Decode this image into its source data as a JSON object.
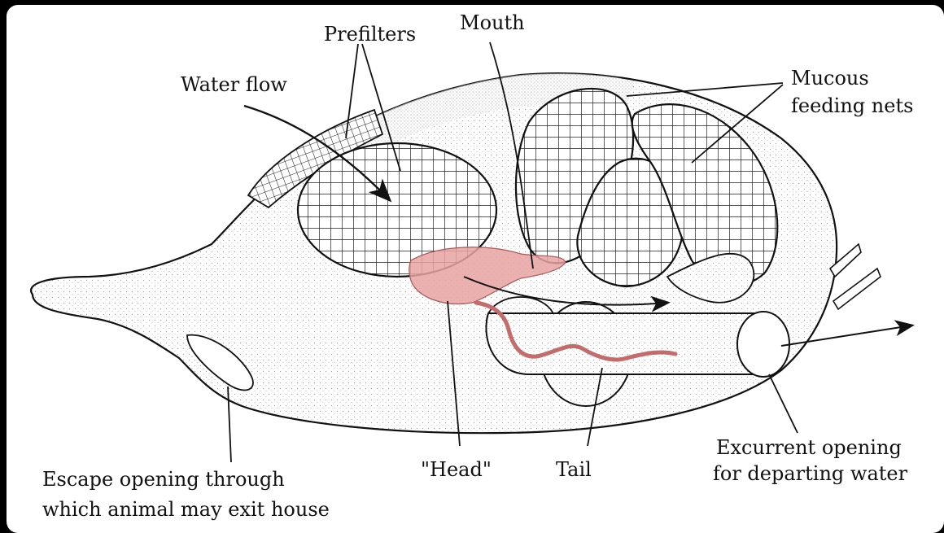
{
  "labels": {
    "prefilters": "Prefilters",
    "mouth": "Mouth",
    "water_flow": "Water flow",
    "mucous_line1": "Mucous",
    "mucous_line2": "feeding nets",
    "escape_line1": "Escape opening through",
    "escape_line2": "which animal may exit house",
    "head": "\"Head\"",
    "tail": "Tail",
    "excurrent_line1": "Excurrent opening",
    "excurrent_line2": "for departing water"
  },
  "colors": {
    "ink": "#111111",
    "animal": "#e8a3a3",
    "stipple": "#b8b8b8",
    "background": "#ffffff",
    "frame": "#000000"
  }
}
